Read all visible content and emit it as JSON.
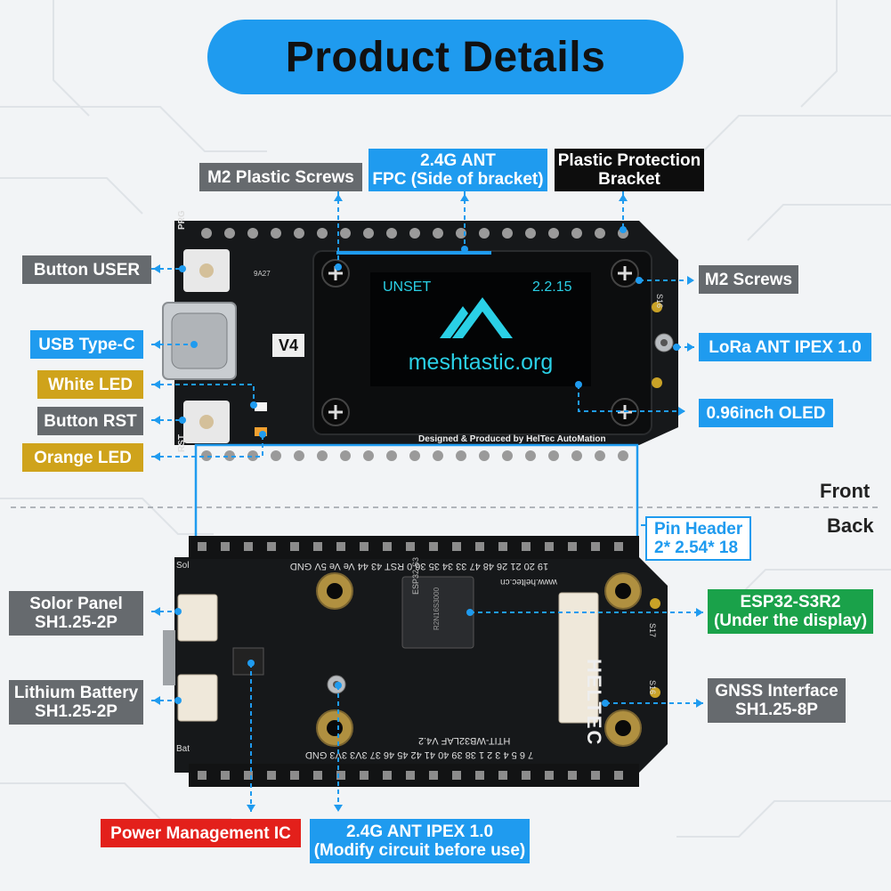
{
  "title": "Product Details",
  "sides": {
    "front": "Front",
    "back": "Back"
  },
  "labels": {
    "m2_plastic_screws": "M2 Plastic Screws",
    "ant_fpc_line1": "2.4G ANT",
    "ant_fpc_line2": "FPC (Side of bracket)",
    "bracket_line1": "Plastic Protection",
    "bracket_line2": "Bracket",
    "button_user": "Button USER",
    "usb_type_c": "USB Type-C",
    "white_led": "White LED",
    "button_rst": "Button RST",
    "orange_led": "Orange LED",
    "m2_screws": "M2 Screws",
    "lora_ant": "LoRa ANT IPEX 1.0",
    "oled": "0.96inch OLED",
    "pin_header_line1": "Pin Header",
    "pin_header_line2": "2* 2.54* 18",
    "solar_line1": "Solor Panel",
    "solar_line2": "SH1.25-2P",
    "battery_line1": "Lithium Battery",
    "battery_line2": "SH1.25-2P",
    "esp_line1": "ESP32-S3R2",
    "esp_line2": "(Under the display)",
    "gnss_line1": "GNSS Interface",
    "gnss_line2": "SH1.25-8P",
    "pmic": "Power Management IC",
    "ant_ipex_line1": "2.4G ANT IPEX 1.0",
    "ant_ipex_line2": "(Modify circuit before use)"
  },
  "board_front": {
    "silk_prg": "PRG",
    "silk_rst": "RST",
    "silk_version": "V4",
    "silk_9a27": "9A27",
    "silk_footer": "Designed & Produced by HelTec AutoMation",
    "silk_s16": "S16",
    "oled_left": "UNSET",
    "oled_right": "2.2.15",
    "oled_url": "meshtastic.org"
  },
  "board_back": {
    "top_pins": "19 20 21 26 48 47 33 34 35 36 0 RST 43 44 Ve Ve 5V GND",
    "bottom_pins": "7 6 5 4 3 2 1 38 39 40 41 42 45 46 37 3V3 3V3 GND",
    "url": "www.heltec.cn",
    "model": "HTIT-WB32LAF V4.2",
    "brand": "HELTEC",
    "chip_line1": "ESP32-S3",
    "chip_line2": "R2N16S3000",
    "sol": "Sol",
    "bat": "Bat",
    "s17": "S17",
    "s16": "S16"
  },
  "colors": {
    "accent_blue": "#1f9bef",
    "label_gray": "#666a6e",
    "label_yellow": "#cfa31b",
    "label_green": "#1aa24a",
    "label_red": "#e3201b",
    "board": "#16181a",
    "oled_cyan": "#2ad0e6"
  }
}
